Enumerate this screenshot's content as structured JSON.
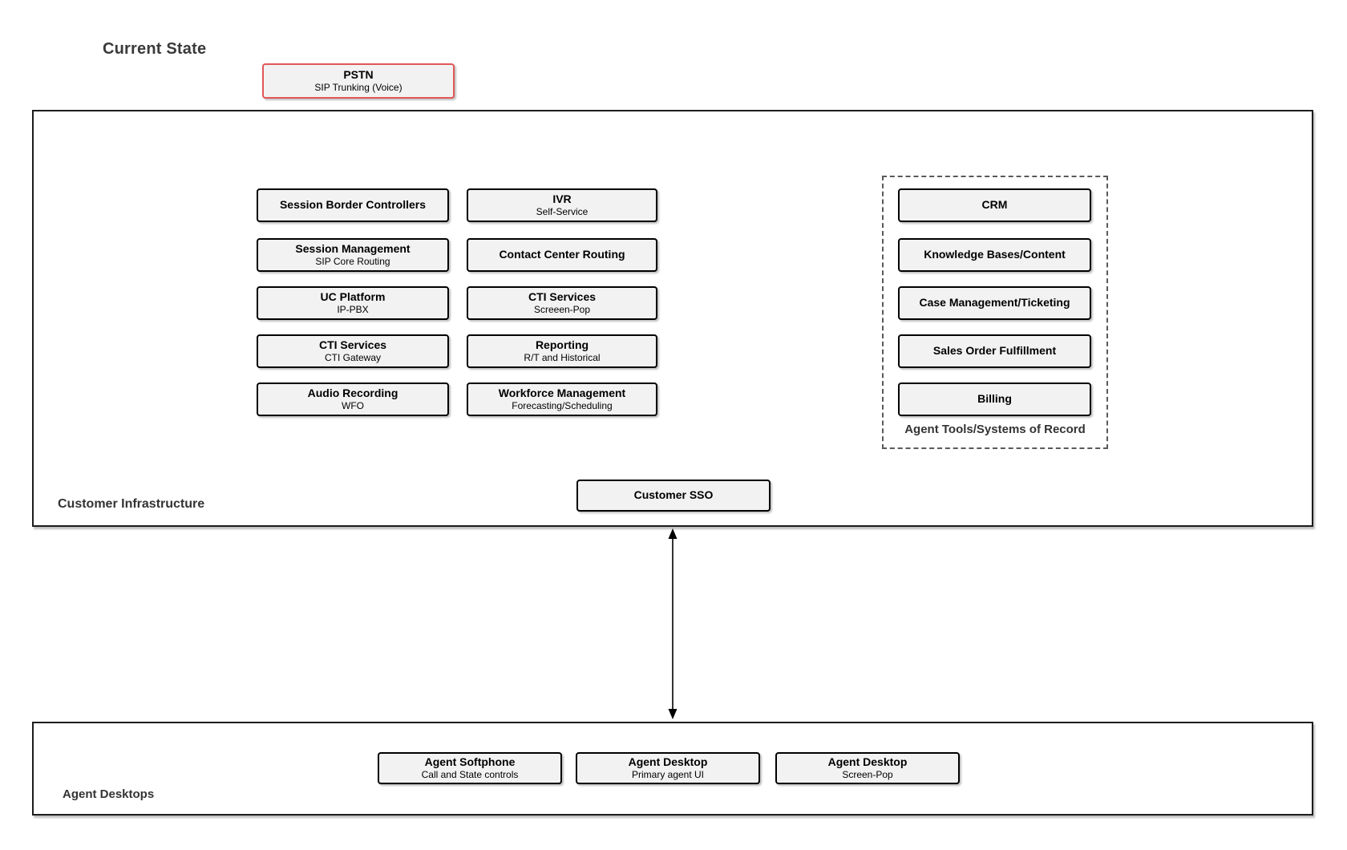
{
  "page": {
    "title": "Current State"
  },
  "colors": {
    "node_fill": "#f2f2f2",
    "node_border": "#000000",
    "pstn_border": "#e25757",
    "container_border": "#1c1c1c",
    "label_text": "#333333"
  },
  "pstn": {
    "title": "PSTN",
    "subtitle": "SIP Trunking (Voice)"
  },
  "infra": {
    "label": "Customer Infrastructure",
    "col1": [
      {
        "title": "Session Border Controllers"
      },
      {
        "title": "Session Management",
        "subtitle": "SIP Core Routing"
      },
      {
        "title": "UC Platform",
        "subtitle": "IP-PBX"
      },
      {
        "title": "CTI Services",
        "subtitle": "CTI Gateway"
      },
      {
        "title": "Audio Recording",
        "subtitle": "WFO"
      }
    ],
    "col2": [
      {
        "title": "IVR",
        "subtitle": "Self-Service"
      },
      {
        "title": "Contact Center Routing"
      },
      {
        "title": "CTI Services",
        "subtitle": "Screeen-Pop"
      },
      {
        "title": "Reporting",
        "subtitle": "R/T and Historical"
      },
      {
        "title": "Workforce Management",
        "subtitle": "Forecasting/Scheduling"
      }
    ],
    "sso": {
      "title": "Customer SSO"
    }
  },
  "agent_tools": {
    "label": "Agent Tools/Systems of Record",
    "items": [
      {
        "title": "CRM"
      },
      {
        "title": "Knowledge Bases/Content"
      },
      {
        "title": "Case Management/Ticketing"
      },
      {
        "title": "Sales Order Fulfillment"
      },
      {
        "title": "Billing"
      }
    ]
  },
  "desktops": {
    "label": "Agent Desktops",
    "items": [
      {
        "title": "Agent Softphone",
        "subtitle": "Call and State controls"
      },
      {
        "title": "Agent Desktop",
        "subtitle": "Primary agent UI"
      },
      {
        "title": "Agent Desktop",
        "subtitle": "Screen-Pop"
      }
    ]
  }
}
